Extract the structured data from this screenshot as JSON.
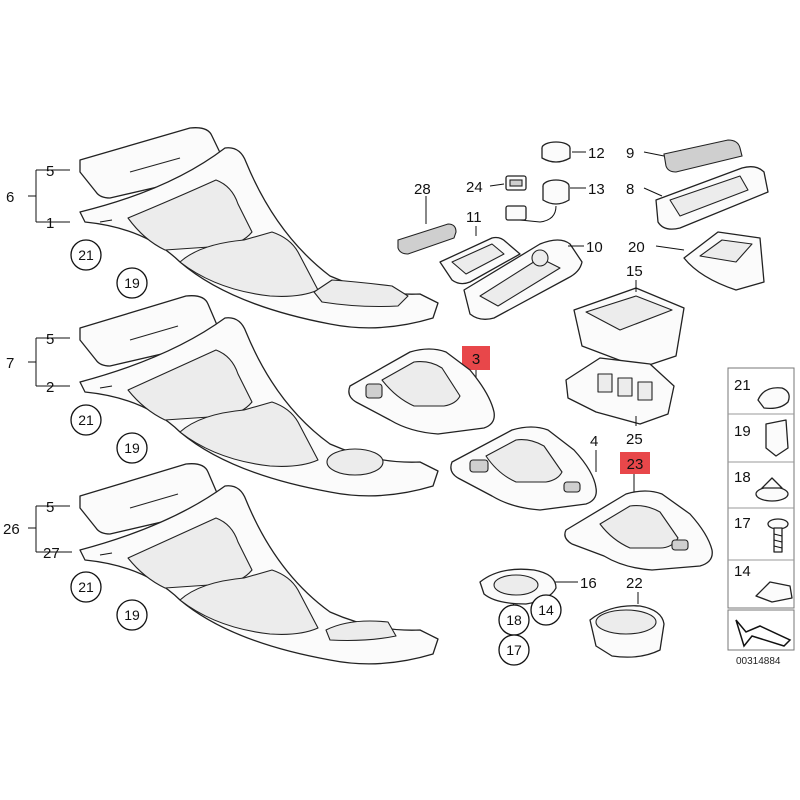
{
  "callouts": {
    "c1": "1",
    "c2": "2",
    "c3": "3",
    "c4": "4",
    "c5a": "5",
    "c5b": "5",
    "c5c": "5",
    "c6": "6",
    "c7": "7",
    "c8": "8",
    "c9": "9",
    "c10": "10",
    "c11": "11",
    "c12": "12",
    "c13": "13",
    "c14": "14",
    "c15": "15",
    "c16": "16",
    "c17": "17",
    "c18": "18",
    "c19a": "19",
    "c19b": "19",
    "c19c": "19",
    "c20": "20",
    "c21a": "21",
    "c21b": "21",
    "c21c": "21",
    "c22": "22",
    "c23": "23",
    "c24": "24",
    "c25": "25",
    "c26": "26",
    "c27": "27",
    "c28": "28"
  },
  "legend": {
    "items": [
      "21",
      "19",
      "18",
      "17",
      "14"
    ]
  },
  "reference_number": "00314884",
  "highlight_color": "#e8474a"
}
